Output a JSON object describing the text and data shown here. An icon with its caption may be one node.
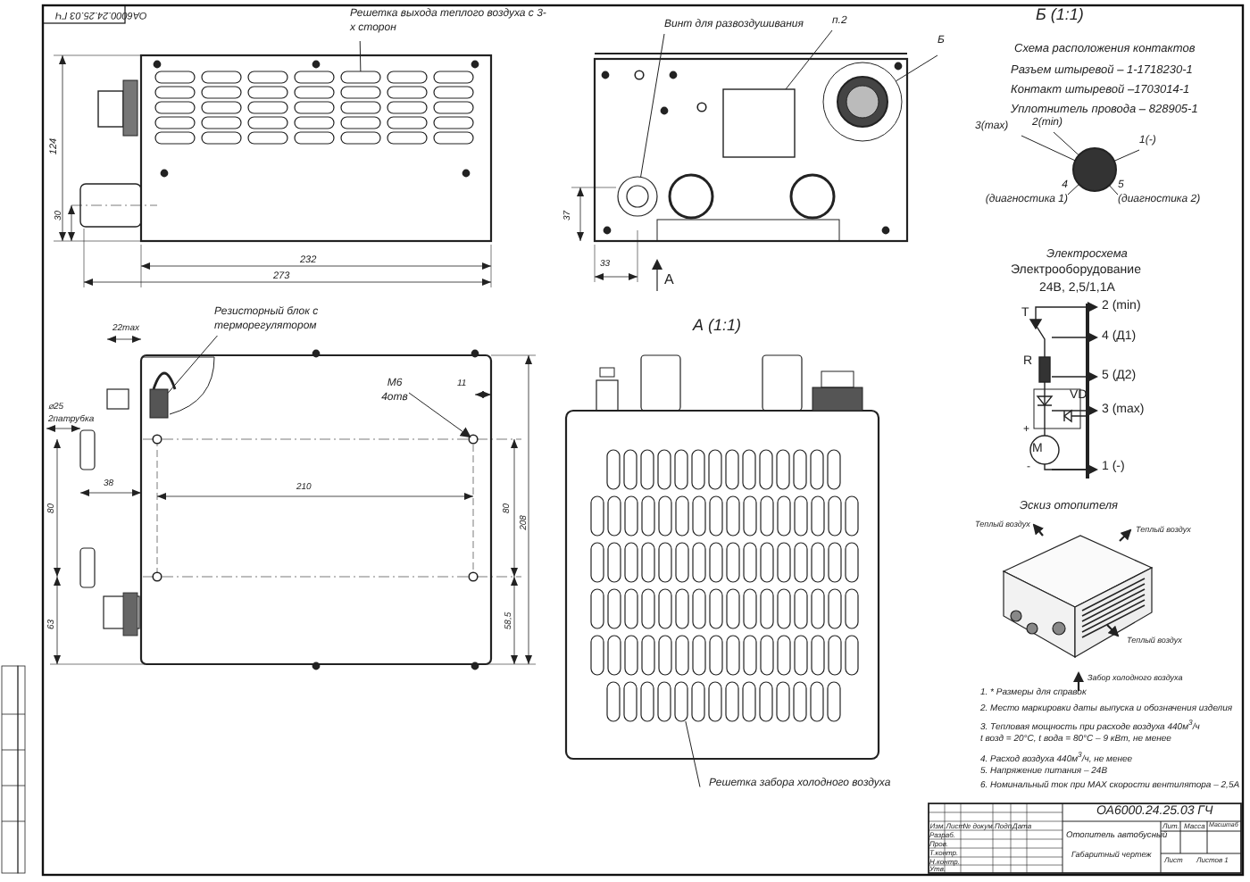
{
  "diagram": {
    "nodes": [
      {
        "text": [
          "Решетка выхода теплого воздуха с 3-х сторон"
        ]
      },
      {
        "text": [
          "Винт для развоздушивания"
        ]
      },
      {
        "text": [
          "п.2"
        ]
      },
      {
        "text": [
          "Б"
        ]
      },
      {
        "text": [
          "3(max)"
        ]
      },
      {
        "text": [
          "2(min)"
        ]
      },
      {
        "text": [
          "1(-)"
        ]
      },
      {
        "text": [
          "4",
          "(диагностика 1)"
        ]
      },
      {
        "text": [
          "5",
          "(диагностика 2)"
        ]
      },
      {
        "text": [
          "Резисторный блок с терморегулятором"
        ]
      },
      {
        "text": [
          "M6",
          "4отв"
        ]
      },
      {
        "text": [
          "Решетка забора холодного воздуха"
        ]
      },
      {
        "text": [],
        "shape": "circle"
      },
      {
        "text": [],
        "shape": "box"
      },
      {
        "text": [],
        "shape": "circle"
      },
      {
        "text": [],
        "shape": "circle"
      },
      {
        "text": [],
        "shape": "box"
      },
      {
        "text": [],
        "shape": "circle"
      },
      {
        "text": [],
        "shape": "box"
      },
      {
        "text": [],
        "shape": "box"
      }
    ],
    "edges": [
      {
        "from": 0,
        "to": 18,
        "arrow": "none"
      },
      {
        "from": 1,
        "to": 12,
        "arrow": "none"
      },
      {
        "from": 2,
        "to": 13,
        "arrow": "none"
      },
      {
        "from": 3,
        "to": 14,
        "arrow": "none"
      },
      {
        "from": 4,
        "to": 15,
        "arrow": "none"
      },
      {
        "from": 5,
        "to": 15,
        "arrow": "none"
      },
      {
        "from": 6,
        "to": 15,
        "arrow": "none"
      },
      {
        "from": 7,
        "to": 15,
        "arrow": "none"
      },
      {
        "from": 8,
        "to": 15,
        "arrow": "none"
      },
      {
        "from": 9,
        "to": 16,
        "arrow": "none"
      },
      {
        "from": 10,
        "to": 17,
        "arrow": "to"
      },
      {
        "from": 11,
        "to": 19,
        "arrow": "none"
      }
    ],
    "labels": [
      "ОА6000.24.25.03 ГЧ",
      "124",
      "30",
      "232",
      "273",
      "37",
      "33",
      "А",
      "Б (1:1)",
      "Схема расположения контактов",
      "Разъем штыревой – 1-1718230-1",
      "Контакт штыревой –1703014-1",
      "Уплотнитель провода – 828905-1",
      "Электросхема",
      "Электрооборудование",
      "24В, 2,5/1,1А",
      "22max",
      "А (1:1)",
      "2 (min)",
      "T",
      "4 (Д1)",
      "R",
      "5 (Д2)",
      "VD",
      "3 (max)",
      "+",
      "М",
      "-",
      "1 (-)",
      "⌀25",
      "2патрубка",
      "11",
      "38",
      "210",
      "80",
      "63",
      "80",
      "208",
      "58,5",
      "Эскиз отопителя",
      "Теплый воздух",
      "Теплый воздух",
      "Теплый воздух",
      "Забор холодного воздуха",
      "1. * Размеры для справок",
      "2. Место маркировки даты выпуска и обозначения изделия",
      "3. Тепловая мощность при расходе воздуха 440м$^{3}$/ч",
      "t возд = 20°С, t вода = 80°С – 9 кВт, не менее",
      "4. Расход воздуха 440м$^{3}$/ч, не менее",
      "5. Напряжение питания – 24В",
      "6. Номинальный ток при MAX скорости вентилятора – 2,5А",
      "ОА6000.24.25.03 ГЧ",
      "Изм.",
      "Лист",
      "№ докум.",
      "Подп.",
      "Дата",
      "Разраб.",
      "Пров.",
      "Т.контр.",
      "Н.контр.",
      "Утв.",
      "Отопитель автобусный",
      "Габаритный чертеж",
      "Лит.",
      "Масса",
      "Масштаб",
      "Лист",
      "Листов 1"
    ]
  }
}
